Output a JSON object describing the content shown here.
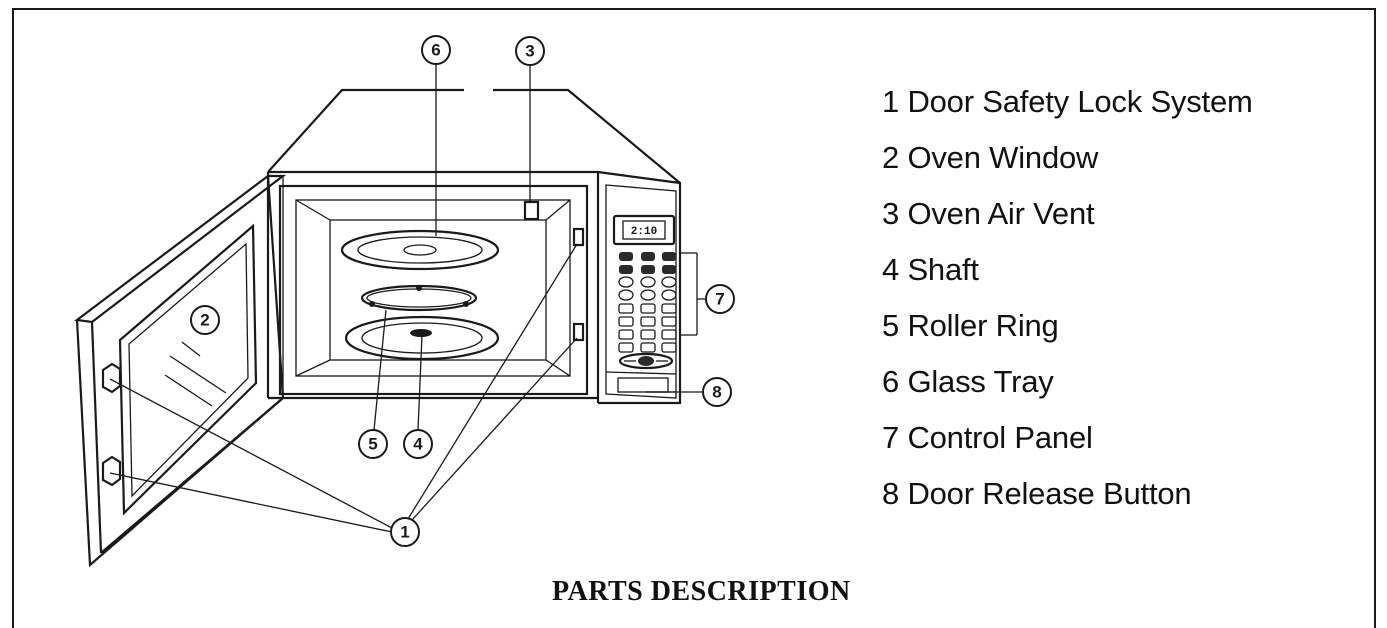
{
  "legend": {
    "items": [
      "1 Door Safety Lock System",
      "2 Oven Window",
      "3 Oven Air Vent",
      "4 Shaft",
      "5 Roller Ring",
      "6 Glass Tray",
      "7 Control Panel",
      "8 Door Release Button"
    ]
  },
  "callouts": {
    "c1": "1",
    "c2": "2",
    "c3": "3",
    "c4": "4",
    "c5": "5",
    "c6": "6",
    "c7": "7",
    "c8": "8"
  },
  "display": {
    "readout": "2:10"
  },
  "caption": "PARTS DESCRIPTION"
}
